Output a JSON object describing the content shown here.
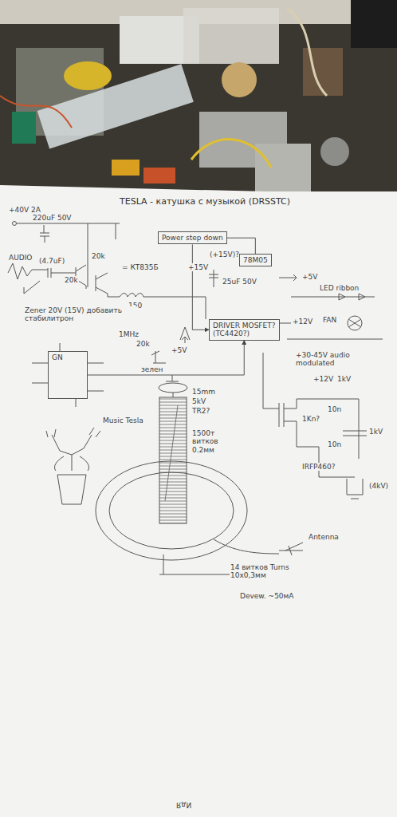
{
  "diagram": {
    "title": "TESLA - катушка с музыкой (DRSSTC)",
    "nodes": [
      {
        "text": [
          "Power step down"
        ]
      },
      {
        "text": [
          "78M05"
        ]
      },
      {
        "text": [
          "GN"
        ]
      },
      {
        "text": [
          "DRIVER MOSFET?",
          "(TC4420?)"
        ]
      },
      {
        "text": [
          "1500т витков 0.2мм"
        ]
      },
      {
        "text": [
          "14 витков Turns 10x0,3мм"
        ]
      }
    ],
    "edges": [
      {
        "from": 0,
        "to": 1,
        "arrow": "none"
      },
      {
        "from": 0,
        "to": 3,
        "arrow": "to"
      },
      {
        "from": 2,
        "to": 3,
        "arrow": "to"
      }
    ],
    "labels": [
      "+40V 2A",
      "220uF 50V",
      "AUDIO",
      "(4.7uF)",
      "20k",
      "20k",
      "= КТ835Б",
      "150",
      "Zener 20V (15V) добавить стабилитрон",
      "(+15V)?",
      "+15V",
      "25uF 50V",
      "+5V",
      "LED ribbon",
      "+12V",
      "FAN",
      "+30-45V audio modulated",
      "1MHz",
      "20k",
      "+5V",
      "зелен",
      "Music Tesla",
      "15mm",
      "5kV",
      "TR2?",
      "+12V",
      "1kV",
      "10n",
      "10n",
      "1kV",
      "1Kn?",
      "IRFP460?",
      "(4kV)",
      "Antenna",
      "Devew. ~50мА",
      "ИдЯ"
    ]
  }
}
